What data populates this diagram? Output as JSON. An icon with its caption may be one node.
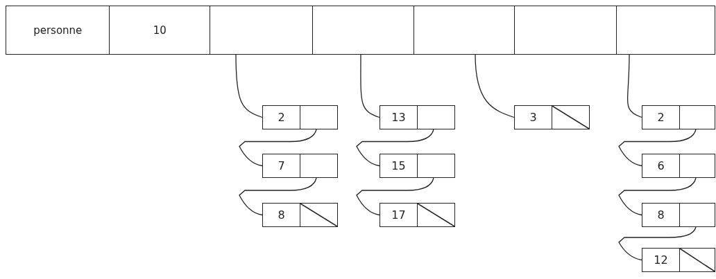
{
  "diagram": {
    "nodes": [
      {
        "text": [
          "personne"
        ]
      },
      {
        "text": [
          "10"
        ]
      },
      {
        "text": [],
        "shape": "box"
      },
      {
        "text": [],
        "shape": "box"
      },
      {
        "text": [],
        "shape": "box"
      },
      {
        "text": [],
        "shape": "box"
      },
      {
        "text": [],
        "shape": "box"
      },
      {
        "text": [
          "2"
        ]
      },
      {
        "text": [
          "7"
        ]
      },
      {
        "text": [
          "8"
        ]
      },
      {
        "text": [
          "13"
        ]
      },
      {
        "text": [
          "15"
        ]
      },
      {
        "text": [
          "17"
        ]
      },
      {
        "text": [
          "3"
        ]
      },
      {
        "text": [
          "2"
        ]
      },
      {
        "text": [
          "6"
        ]
      },
      {
        "text": [
          "8"
        ]
      },
      {
        "text": [
          "12"
        ]
      }
    ],
    "edges": [
      {
        "from": 2,
        "to": 7,
        "arrow": "none"
      },
      {
        "from": 7,
        "to": 8,
        "arrow": "none"
      },
      {
        "from": 8,
        "to": 9,
        "arrow": "none"
      },
      {
        "from": 3,
        "to": 10,
        "arrow": "none"
      },
      {
        "from": 10,
        "to": 11,
        "arrow": "none"
      },
      {
        "from": 11,
        "to": 12,
        "arrow": "none"
      },
      {
        "from": 4,
        "to": 13,
        "arrow": "none"
      },
      {
        "from": 6,
        "to": 14,
        "arrow": "none"
      },
      {
        "from": 14,
        "to": 15,
        "arrow": "none"
      },
      {
        "from": 15,
        "to": 16,
        "arrow": "none"
      },
      {
        "from": 16,
        "to": 17,
        "arrow": "none"
      }
    ]
  }
}
